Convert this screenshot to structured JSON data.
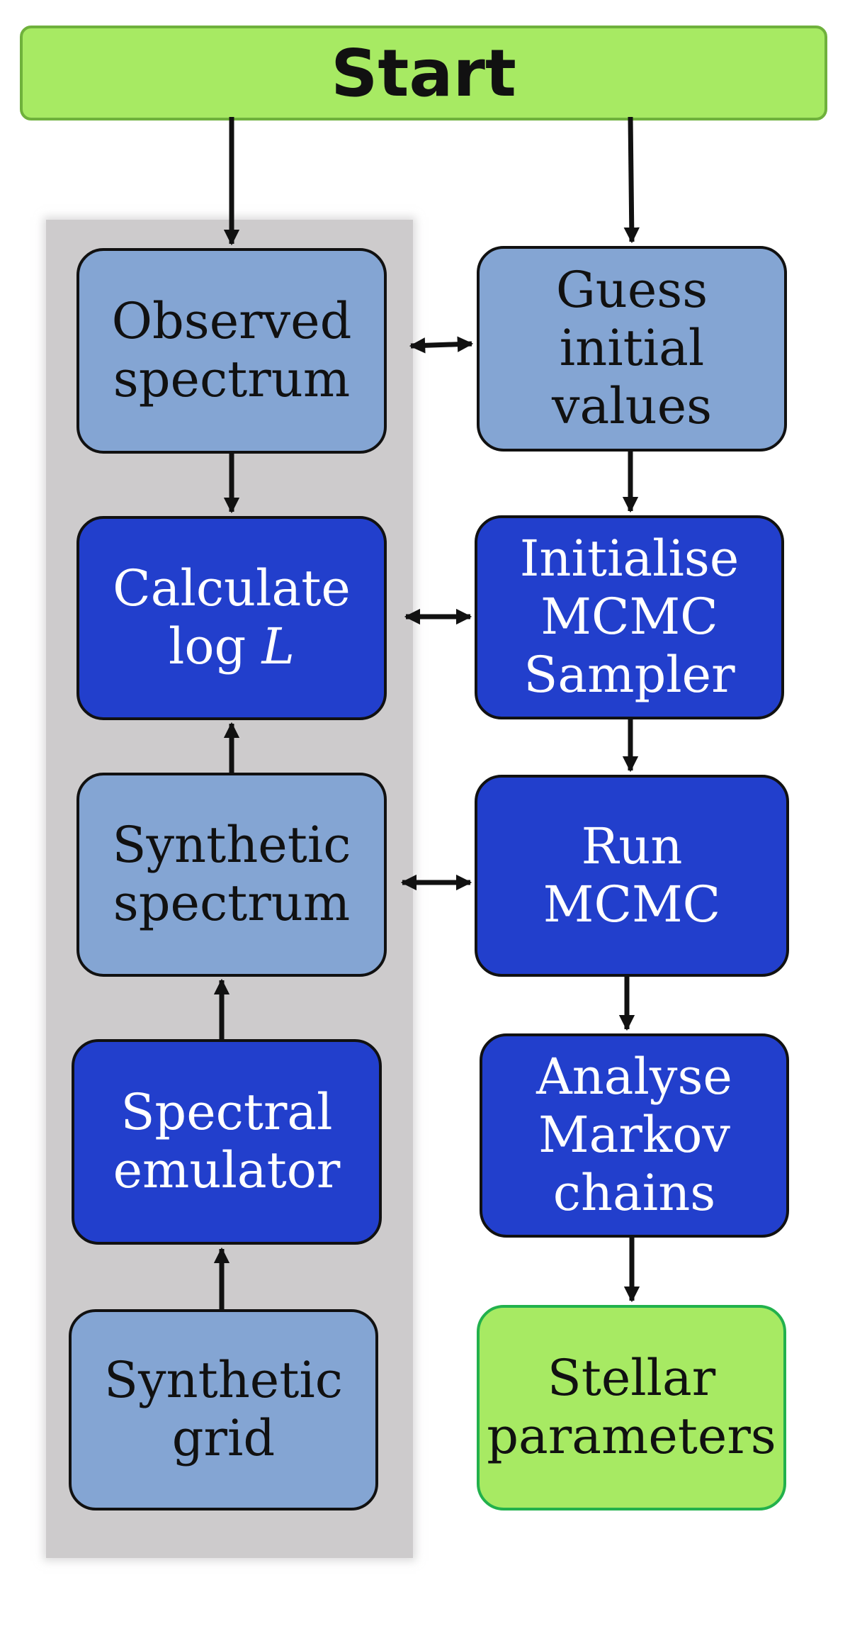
{
  "diagram": {
    "start": "Start",
    "left_column": {
      "observed_spectrum": "Observed\nspectrum",
      "calculate_logL_prefix": "Calculate\nlog ",
      "calculate_logL_var": "L",
      "synthetic_spectrum": "Synthetic\nspectrum",
      "spectral_emulator": "Spectral\nemulator",
      "synthetic_grid": "Synthetic\ngrid"
    },
    "right_column": {
      "guess_initial_values": "Guess initial\nvalues",
      "initialise_mcmc_sampler": "Initialise\nMCMC\nSampler",
      "run_mcmc": "Run\nMCMC",
      "analyse_markov_chains": "Analyse\nMarkov\nchains",
      "stellar_parameters": "Stellar\nparameters"
    },
    "colors": {
      "start_fill": "#a7ea63",
      "light_box": "#84a5d3",
      "dark_box": "#223fcc",
      "output_box": "#a7ea63",
      "output_border": "#22b14c",
      "panel": "#cdcbcc"
    }
  }
}
